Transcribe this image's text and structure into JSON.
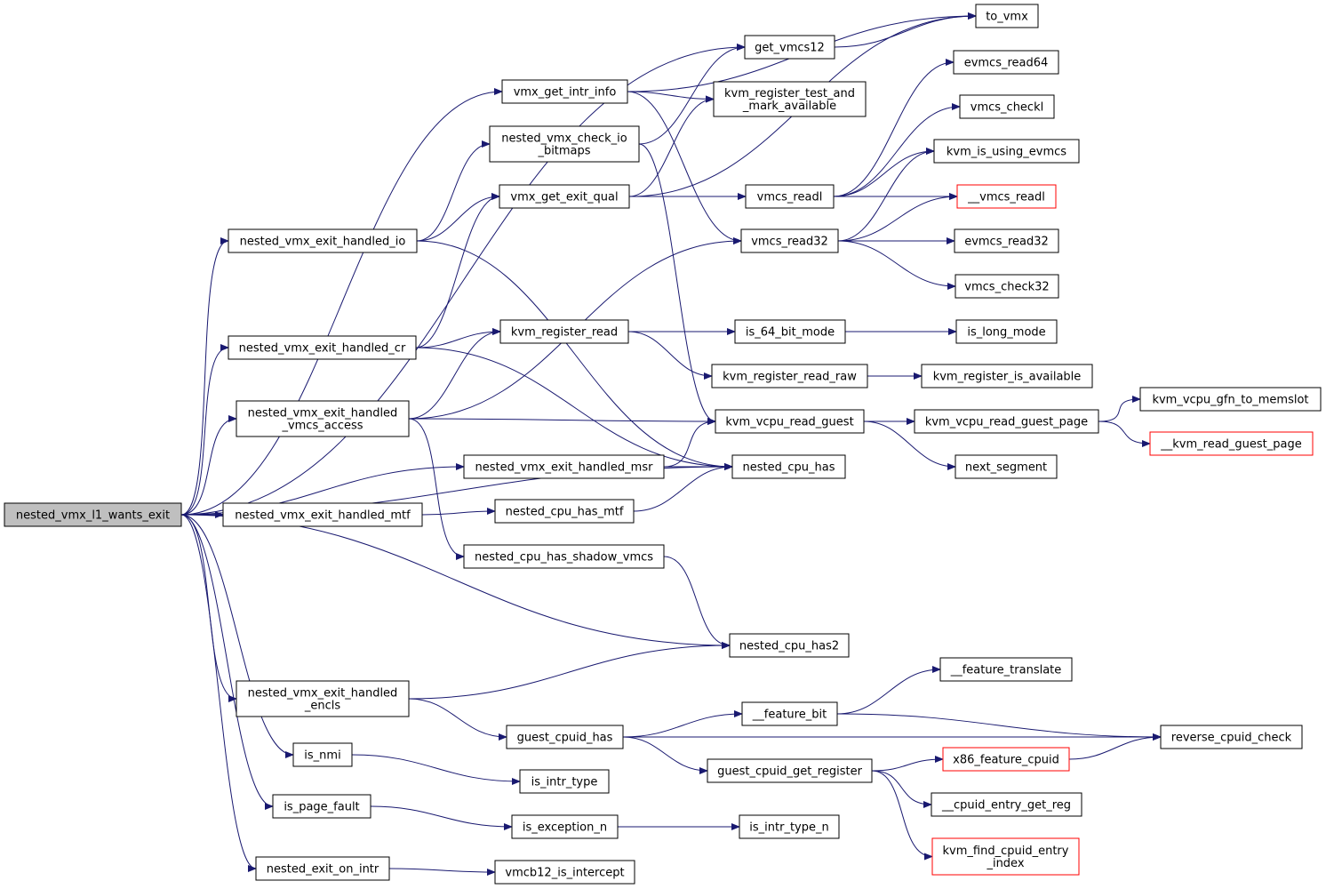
{
  "diagram_type": "call-graph",
  "colors": {
    "edge": "#191970",
    "root_fill": "#bfbfbf",
    "truncated_border": "#ff0000",
    "node_border": "#000000"
  },
  "nodes": {
    "nested_vmx_l1_wants_exit": {
      "lines": [
        "nested_vmx_l1_wants_exit"
      ],
      "root": true
    },
    "to_vmx": {
      "lines": [
        "to_vmx"
      ]
    },
    "get_vmcs12": {
      "lines": [
        "get_vmcs12"
      ]
    },
    "vmx_get_intr_info": {
      "lines": [
        "vmx_get_intr_info"
      ]
    },
    "evmcs_read64": {
      "lines": [
        "evmcs_read64"
      ]
    },
    "kvm_register_test_and_mark_available": {
      "lines": [
        "kvm_register_test_and",
        "_mark_available"
      ]
    },
    "vmcs_checkl": {
      "lines": [
        "vmcs_checkl"
      ]
    },
    "nested_vmx_check_io_bitmaps": {
      "lines": [
        "nested_vmx_check_io",
        "_bitmaps"
      ]
    },
    "kvm_is_using_evmcs": {
      "lines": [
        "kvm_is_using_evmcs"
      ]
    },
    "vmx_get_exit_qual": {
      "lines": [
        "vmx_get_exit_qual"
      ]
    },
    "vmcs_readl": {
      "lines": [
        "vmcs_readl"
      ]
    },
    "__vmcs_readl": {
      "lines": [
        "__vmcs_readl"
      ],
      "truncated": true
    },
    "nested_vmx_exit_handled_io": {
      "lines": [
        "nested_vmx_exit_handled_io"
      ]
    },
    "vmcs_read32": {
      "lines": [
        "vmcs_read32"
      ]
    },
    "evmcs_read32": {
      "lines": [
        "evmcs_read32"
      ]
    },
    "vmcs_check32": {
      "lines": [
        "vmcs_check32"
      ]
    },
    "kvm_register_read": {
      "lines": [
        "kvm_register_read"
      ]
    },
    "is_64_bit_mode": {
      "lines": [
        "is_64_bit_mode"
      ]
    },
    "is_long_mode": {
      "lines": [
        "is_long_mode"
      ]
    },
    "nested_vmx_exit_handled_cr": {
      "lines": [
        "nested_vmx_exit_handled_cr"
      ]
    },
    "kvm_register_read_raw": {
      "lines": [
        "kvm_register_read_raw"
      ]
    },
    "kvm_register_is_available": {
      "lines": [
        "kvm_register_is_available"
      ]
    },
    "kvm_vcpu_gfn_to_memslot": {
      "lines": [
        "kvm_vcpu_gfn_to_memslot"
      ]
    },
    "nested_vmx_exit_handled_vmcs_access": {
      "lines": [
        "nested_vmx_exit_handled",
        "_vmcs_access"
      ]
    },
    "kvm_vcpu_read_guest": {
      "lines": [
        "kvm_vcpu_read_guest"
      ]
    },
    "kvm_vcpu_read_guest_page": {
      "lines": [
        "kvm_vcpu_read_guest_page"
      ]
    },
    "__kvm_read_guest_page": {
      "lines": [
        "__kvm_read_guest_page"
      ],
      "truncated": true
    },
    "nested_vmx_exit_handled_msr": {
      "lines": [
        "nested_vmx_exit_handled_msr"
      ]
    },
    "nested_cpu_has": {
      "lines": [
        "nested_cpu_has"
      ]
    },
    "next_segment": {
      "lines": [
        "next_segment"
      ]
    },
    "nested_vmx_exit_handled_mtf": {
      "lines": [
        "nested_vmx_exit_handled_mtf"
      ]
    },
    "nested_cpu_has_mtf": {
      "lines": [
        "nested_cpu_has_mtf"
      ]
    },
    "nested_cpu_has_shadow_vmcs": {
      "lines": [
        "nested_cpu_has_shadow_vmcs"
      ]
    },
    "nested_cpu_has2": {
      "lines": [
        "nested_cpu_has2"
      ]
    },
    "__feature_translate": {
      "lines": [
        "__feature_translate"
      ]
    },
    "nested_vmx_exit_handled_encls": {
      "lines": [
        "nested_vmx_exit_handled",
        "_encls"
      ]
    },
    "__feature_bit": {
      "lines": [
        "__feature_bit"
      ]
    },
    "guest_cpuid_has": {
      "lines": [
        "guest_cpuid_has"
      ]
    },
    "reverse_cpuid_check": {
      "lines": [
        "reverse_cpuid_check"
      ]
    },
    "is_nmi": {
      "lines": [
        "is_nmi"
      ]
    },
    "x86_feature_cpuid": {
      "lines": [
        "x86_feature_cpuid"
      ],
      "truncated": true
    },
    "guest_cpuid_get_register": {
      "lines": [
        "guest_cpuid_get_register"
      ]
    },
    "is_intr_type": {
      "lines": [
        "is_intr_type"
      ]
    },
    "is_page_fault": {
      "lines": [
        "is_page_fault"
      ]
    },
    "__cpuid_entry_get_reg": {
      "lines": [
        "__cpuid_entry_get_reg"
      ]
    },
    "is_exception_n": {
      "lines": [
        "is_exception_n"
      ]
    },
    "is_intr_type_n": {
      "lines": [
        "is_intr_type_n"
      ]
    },
    "kvm_find_cpuid_entry_index": {
      "lines": [
        "kvm_find_cpuid_entry",
        "_index"
      ],
      "truncated": true
    },
    "nested_exit_on_intr": {
      "lines": [
        "nested_exit_on_intr"
      ]
    },
    "vmcb12_is_intercept": {
      "lines": [
        "vmcb12_is_intercept"
      ]
    }
  },
  "edges": [
    [
      "nested_vmx_l1_wants_exit",
      "get_vmcs12"
    ],
    [
      "nested_vmx_l1_wants_exit",
      "vmx_get_intr_info"
    ],
    [
      "nested_vmx_l1_wants_exit",
      "nested_vmx_exit_handled_io"
    ],
    [
      "nested_vmx_l1_wants_exit",
      "nested_vmx_exit_handled_cr"
    ],
    [
      "nested_vmx_l1_wants_exit",
      "nested_vmx_exit_handled_vmcs_access"
    ],
    [
      "nested_vmx_l1_wants_exit",
      "nested_vmx_exit_handled_msr"
    ],
    [
      "nested_vmx_l1_wants_exit",
      "nested_vmx_exit_handled_mtf"
    ],
    [
      "nested_vmx_l1_wants_exit",
      "nested_cpu_has"
    ],
    [
      "nested_vmx_l1_wants_exit",
      "nested_cpu_has2"
    ],
    [
      "nested_vmx_l1_wants_exit",
      "nested_vmx_exit_handled_encls"
    ],
    [
      "nested_vmx_l1_wants_exit",
      "is_nmi"
    ],
    [
      "nested_vmx_l1_wants_exit",
      "is_page_fault"
    ],
    [
      "nested_vmx_l1_wants_exit",
      "nested_exit_on_intr"
    ],
    [
      "get_vmcs12",
      "to_vmx"
    ],
    [
      "vmx_get_intr_info",
      "to_vmx"
    ],
    [
      "vmx_get_intr_info",
      "kvm_register_test_and_mark_available"
    ],
    [
      "vmx_get_intr_info",
      "vmcs_read32"
    ],
    [
      "nested_vmx_check_io_bitmaps",
      "get_vmcs12"
    ],
    [
      "nested_vmx_check_io_bitmaps",
      "kvm_vcpu_read_guest"
    ],
    [
      "vmx_get_exit_qual",
      "to_vmx"
    ],
    [
      "vmx_get_exit_qual",
      "kvm_register_test_and_mark_available"
    ],
    [
      "vmx_get_exit_qual",
      "vmcs_readl"
    ],
    [
      "vmcs_readl",
      "evmcs_read64"
    ],
    [
      "vmcs_readl",
      "vmcs_checkl"
    ],
    [
      "vmcs_readl",
      "kvm_is_using_evmcs"
    ],
    [
      "vmcs_readl",
      "__vmcs_readl"
    ],
    [
      "vmcs_read32",
      "kvm_is_using_evmcs"
    ],
    [
      "vmcs_read32",
      "__vmcs_readl"
    ],
    [
      "vmcs_read32",
      "evmcs_read32"
    ],
    [
      "vmcs_read32",
      "vmcs_check32"
    ],
    [
      "nested_vmx_exit_handled_io",
      "nested_vmx_check_io_bitmaps"
    ],
    [
      "nested_vmx_exit_handled_io",
      "vmx_get_exit_qual"
    ],
    [
      "nested_vmx_exit_handled_io",
      "nested_cpu_has"
    ],
    [
      "nested_vmx_exit_handled_cr",
      "vmx_get_exit_qual"
    ],
    [
      "nested_vmx_exit_handled_cr",
      "kvm_register_read"
    ],
    [
      "nested_vmx_exit_handled_cr",
      "nested_cpu_has"
    ],
    [
      "nested_vmx_exit_handled_vmcs_access",
      "vmcs_read32"
    ],
    [
      "nested_vmx_exit_handled_vmcs_access",
      "kvm_register_read"
    ],
    [
      "nested_vmx_exit_handled_vmcs_access",
      "kvm_vcpu_read_guest"
    ],
    [
      "nested_vmx_exit_handled_vmcs_access",
      "nested_cpu_has_shadow_vmcs"
    ],
    [
      "kvm_register_read",
      "is_64_bit_mode"
    ],
    [
      "kvm_register_read",
      "kvm_register_read_raw"
    ],
    [
      "is_64_bit_mode",
      "is_long_mode"
    ],
    [
      "kvm_register_read_raw",
      "kvm_register_is_available"
    ],
    [
      "kvm_vcpu_read_guest",
      "kvm_vcpu_read_guest_page"
    ],
    [
      "kvm_vcpu_read_guest",
      "next_segment"
    ],
    [
      "kvm_vcpu_read_guest_page",
      "kvm_vcpu_gfn_to_memslot"
    ],
    [
      "kvm_vcpu_read_guest_page",
      "__kvm_read_guest_page"
    ],
    [
      "nested_vmx_exit_handled_msr",
      "kvm_vcpu_read_guest"
    ],
    [
      "nested_vmx_exit_handled_msr",
      "nested_cpu_has"
    ],
    [
      "nested_vmx_exit_handled_mtf",
      "nested_cpu_has_mtf"
    ],
    [
      "nested_cpu_has_mtf",
      "nested_cpu_has"
    ],
    [
      "nested_cpu_has_shadow_vmcs",
      "nested_cpu_has2"
    ],
    [
      "nested_vmx_exit_handled_encls",
      "nested_cpu_has2"
    ],
    [
      "nested_vmx_exit_handled_encls",
      "guest_cpuid_has"
    ],
    [
      "guest_cpuid_has",
      "__feature_bit"
    ],
    [
      "guest_cpuid_has",
      "reverse_cpuid_check"
    ],
    [
      "guest_cpuid_has",
      "guest_cpuid_get_register"
    ],
    [
      "__feature_bit",
      "__feature_translate"
    ],
    [
      "__feature_bit",
      "reverse_cpuid_check"
    ],
    [
      "guest_cpuid_get_register",
      "x86_feature_cpuid"
    ],
    [
      "guest_cpuid_get_register",
      "__cpuid_entry_get_reg"
    ],
    [
      "guest_cpuid_get_register",
      "kvm_find_cpuid_entry_index"
    ],
    [
      "x86_feature_cpuid",
      "reverse_cpuid_check"
    ],
    [
      "is_nmi",
      "is_intr_type"
    ],
    [
      "is_page_fault",
      "is_exception_n"
    ],
    [
      "is_exception_n",
      "is_intr_type_n"
    ],
    [
      "nested_exit_on_intr",
      "vmcb12_is_intercept"
    ]
  ]
}
